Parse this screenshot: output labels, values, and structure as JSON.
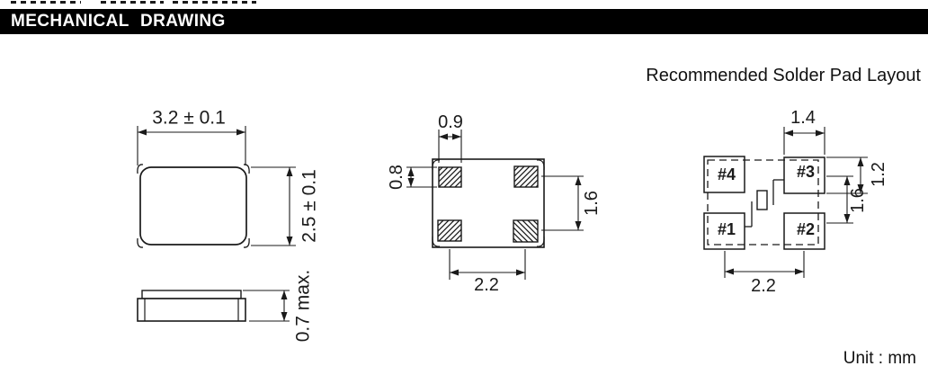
{
  "header": {
    "title": "MECHANICAL DRAWING"
  },
  "subtitle": "Recommended Solder Pad Layout",
  "unit_note": "Unit : mm",
  "colors": {
    "line": "#1a1a1a",
    "bar": "#000000",
    "text_on_bar": "#ffffff"
  },
  "views": {
    "top_view": {
      "width_dim": "3.2 ± 0.1",
      "height_dim": "2.5 ± 0.1"
    },
    "side_view": {
      "height_dim": "0.7 max."
    },
    "bottom_view": {
      "pad_width_dim": "0.9",
      "pad_height_dim": "0.8",
      "pad_row_pitch_dim": "1.6",
      "pad_col_pitch_dim": "2.2"
    },
    "solder_pad_layout": {
      "pad_labels": [
        "#4",
        "#3",
        "#1",
        "#2"
      ],
      "pad_width_dim": "1.4",
      "pad_height_dim": "1.2",
      "pad_row_pitch_dim": "1.6",
      "pad_col_pitch_dim": "2.2"
    }
  }
}
